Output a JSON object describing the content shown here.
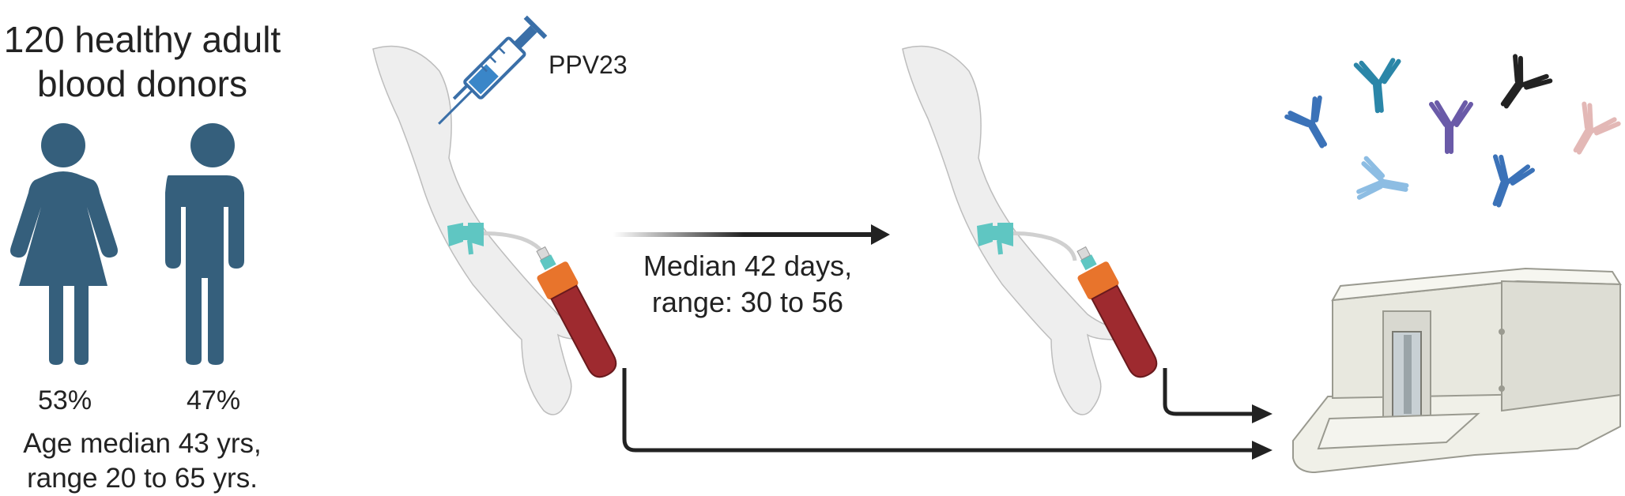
{
  "cohort": {
    "title_line1": "120 healthy adult",
    "title_line2": "blood donors",
    "female_percent": "53%",
    "male_percent": "47%",
    "age_line1": "Age median 43 yrs,",
    "age_line2": "range 20 to 65 yrs."
  },
  "vaccine_label": "PPV23",
  "interval": {
    "line1": "Median 42 days,",
    "line2": "range: 30 to 56"
  },
  "colors": {
    "person_icon": "#355f7c",
    "arm_skin": "#eeeeee",
    "butterfly_needle": "#5fc6c2",
    "tube_cap": "#e8742c",
    "blood": "#9e2a2f",
    "syringe": "#3a6fa8",
    "arrow": "#222222",
    "analyzer": "#eeeee6"
  },
  "antibody_colors": [
    "#3b72b8",
    "#2b86a8",
    "#6a5aa8",
    "#222222",
    "#e3b8b6",
    "#8dbde3",
    "#3b72b8"
  ]
}
